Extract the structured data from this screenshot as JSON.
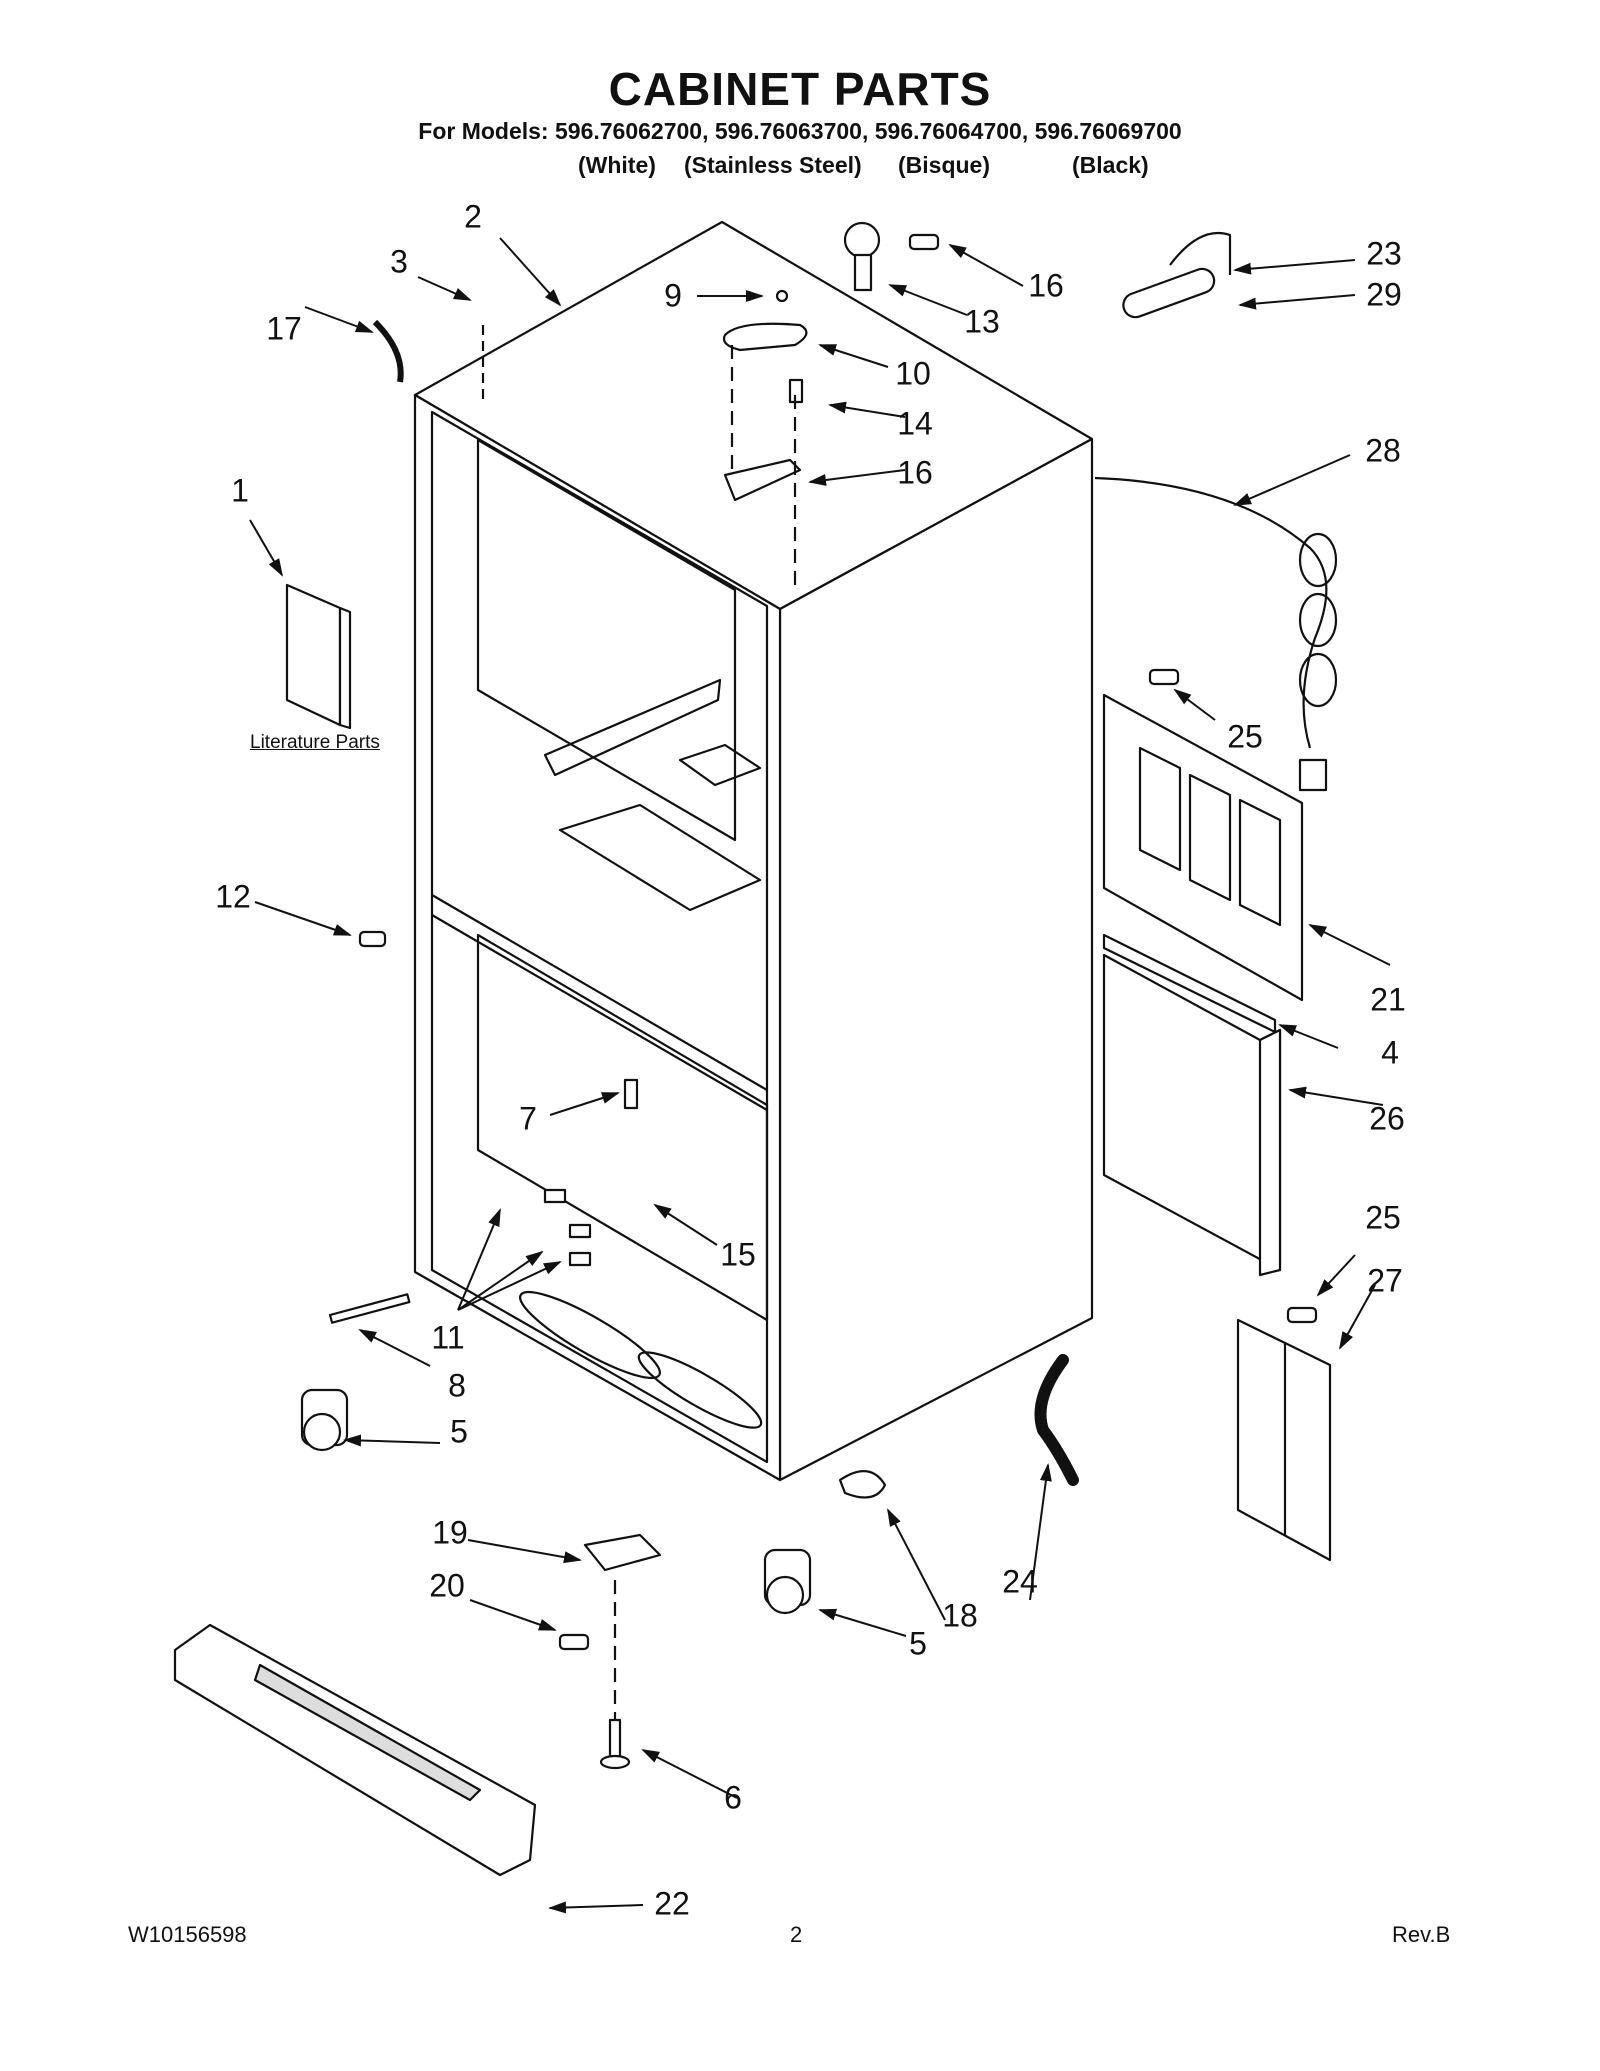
{
  "header": {
    "title": "CABINET PARTS",
    "models": "For Models: 596.76062700, 596.76063700, 596.76064700, 596.76069700",
    "variants": [
      "(White)",
      "(Stainless Steel)",
      "(Bisque)",
      "(Black)"
    ]
  },
  "literature_label": "Literature Parts",
  "callouts": [
    "1",
    "2",
    "3",
    "4",
    "5",
    "5",
    "6",
    "7",
    "8",
    "9",
    "10",
    "11",
    "12",
    "13",
    "14",
    "15",
    "16",
    "16",
    "17",
    "18",
    "19",
    "20",
    "21",
    "22",
    "23",
    "24",
    "25",
    "25",
    "26",
    "27",
    "28",
    "29"
  ],
  "footer": {
    "doc_number": "W10156598",
    "page": "2",
    "revision": "Rev.B"
  }
}
